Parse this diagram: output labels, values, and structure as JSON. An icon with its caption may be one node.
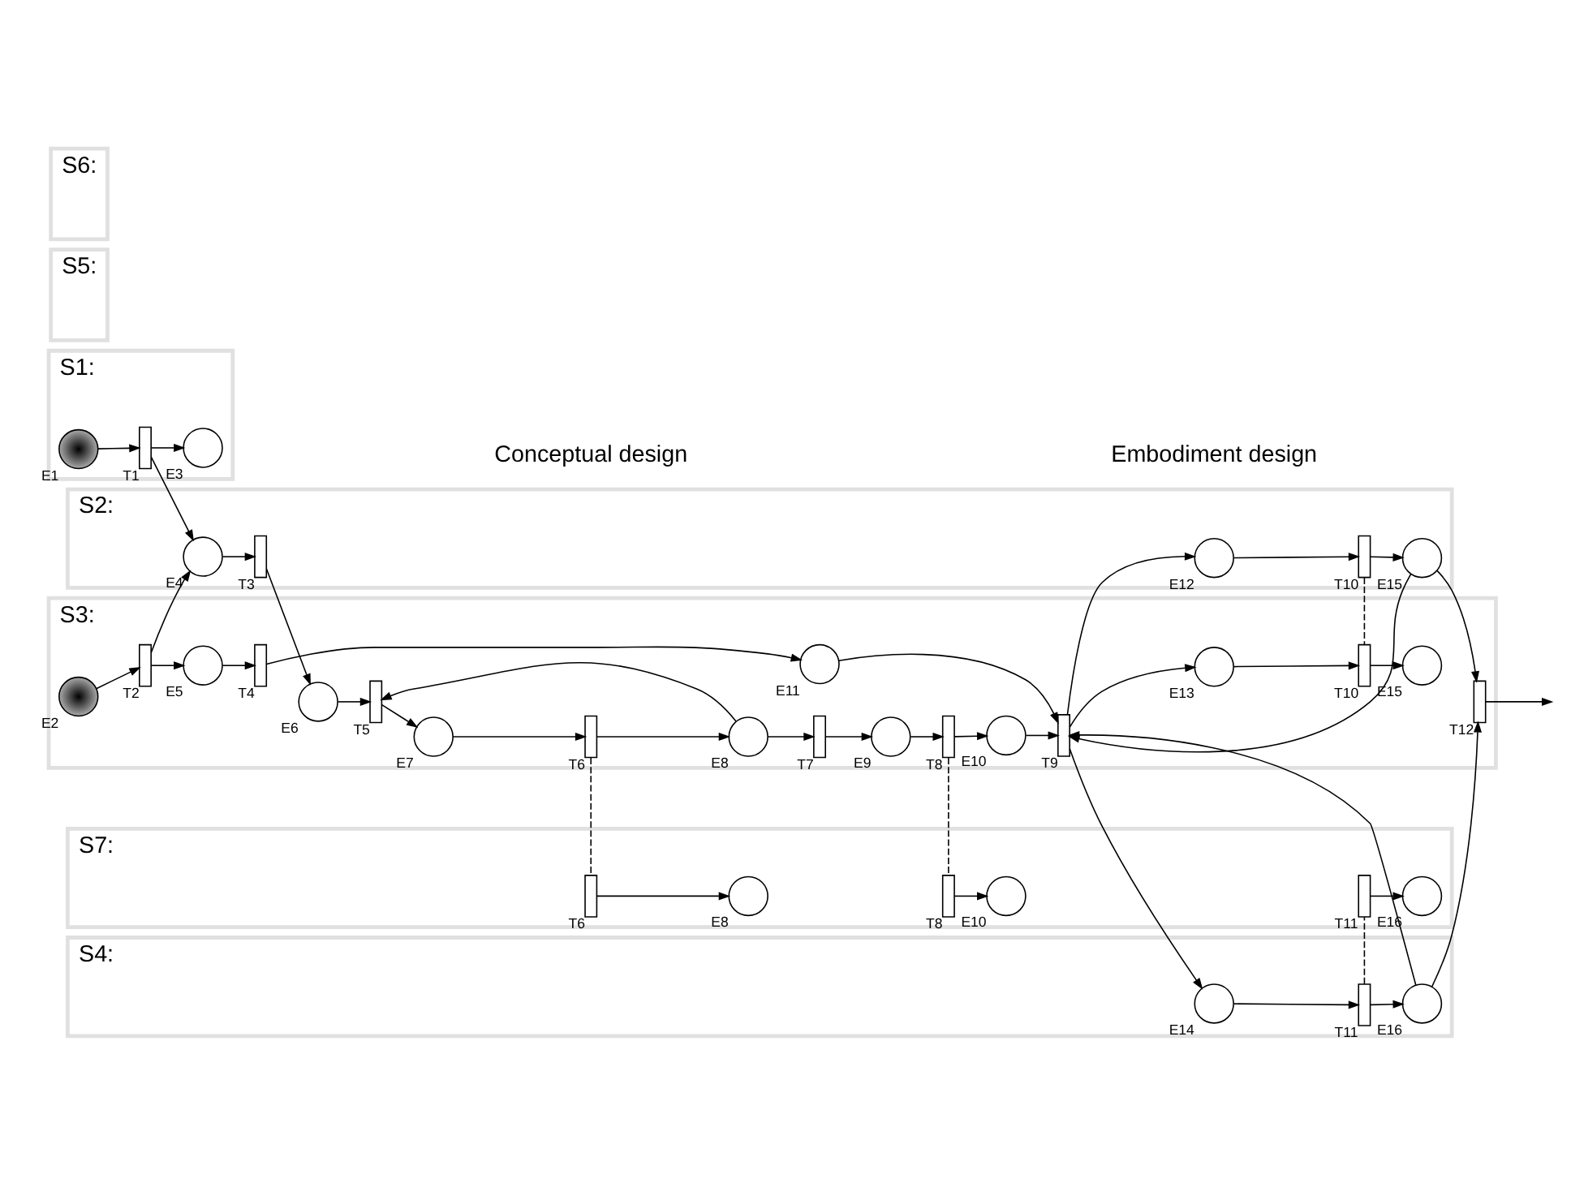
{
  "diagram": {
    "nodes": [
      {
        "text": [
          "S1:"
        ]
      },
      {
        "text": [
          "E1"
        ],
        "in": 0
      },
      {
        "text": [
          "T1"
        ],
        "in": 0
      },
      {
        "text": [
          "E3"
        ],
        "in": 0
      },
      {
        "text": [
          "S2:"
        ]
      },
      {
        "text": [
          "E4"
        ],
        "in": 4
      },
      {
        "text": [
          "T3"
        ],
        "in": 4
      },
      {
        "text": [
          "E12"
        ],
        "in": 4
      },
      {
        "text": [
          "T10"
        ],
        "in": 4
      },
      {
        "text": [
          "E15"
        ],
        "in": 4
      },
      {
        "text": [
          "S3:"
        ]
      },
      {
        "text": [
          "E2"
        ],
        "in": 10
      },
      {
        "text": [
          "T2"
        ],
        "in": 10
      },
      {
        "text": [
          "E5"
        ],
        "in": 10
      },
      {
        "text": [
          "T4"
        ],
        "in": 10
      },
      {
        "text": [
          "E6"
        ],
        "in": 10
      },
      {
        "text": [
          "T5"
        ],
        "in": 10
      },
      {
        "text": [
          "E7"
        ],
        "in": 10
      },
      {
        "text": [
          "T6"
        ],
        "in": 10
      },
      {
        "text": [
          "E8"
        ],
        "in": 10
      },
      {
        "text": [
          "T7"
        ],
        "in": 10
      },
      {
        "text": [
          "E9"
        ],
        "in": 10
      },
      {
        "text": [
          "T8"
        ],
        "in": 10
      },
      {
        "text": [
          "E10"
        ],
        "in": 10
      },
      {
        "text": [
          "E11"
        ],
        "in": 10
      },
      {
        "text": [
          "T9"
        ],
        "in": 10
      },
      {
        "text": [
          "E13"
        ],
        "in": 10
      },
      {
        "text": [
          "T10"
        ],
        "in": 10
      },
      {
        "text": [
          "E15"
        ],
        "in": 10
      },
      {
        "text": [
          "T12"
        ],
        "in": 10
      },
      {
        "text": [
          "S4:"
        ]
      },
      {
        "text": [
          "E14"
        ],
        "in": 30
      },
      {
        "text": [
          "T11"
        ],
        "in": 30
      },
      {
        "text": [
          "E16"
        ],
        "in": 30
      },
      {
        "text": [
          "S5:"
        ]
      },
      {
        "text": [
          "S6:"
        ]
      },
      {
        "text": [
          "S7:"
        ]
      },
      {
        "text": [
          "T6"
        ],
        "in": 36
      },
      {
        "text": [
          "E8"
        ],
        "in": 36
      },
      {
        "text": [
          "T8"
        ],
        "in": 36
      },
      {
        "text": [
          "E10"
        ],
        "in": 36
      },
      {
        "text": [
          "T11"
        ],
        "in": 36
      },
      {
        "text": [
          "E16"
        ],
        "in": 36
      }
    ],
    "edges": [
      {
        "from": 1,
        "to": 2,
        "arrow": "to"
      },
      {
        "from": 2,
        "to": 3,
        "arrow": "to"
      },
      {
        "from": 2,
        "to": 5,
        "arrow": "to"
      },
      {
        "from": 5,
        "to": 6,
        "arrow": "to"
      },
      {
        "from": 6,
        "to": 15,
        "arrow": "to"
      },
      {
        "from": 11,
        "to": 12,
        "arrow": "to"
      },
      {
        "from": 12,
        "to": 5,
        "arrow": "to"
      },
      {
        "from": 12,
        "to": 13,
        "arrow": "to"
      },
      {
        "from": 13,
        "to": 14,
        "arrow": "to"
      },
      {
        "from": 14,
        "to": 24,
        "arrow": "to"
      },
      {
        "from": 15,
        "to": 16,
        "arrow": "to"
      },
      {
        "from": 16,
        "to": 17,
        "arrow": "to"
      },
      {
        "from": 17,
        "to": 18,
        "arrow": "to"
      },
      {
        "from": 18,
        "to": 19,
        "arrow": "to"
      },
      {
        "from": 19,
        "to": 16,
        "arrow": "to"
      },
      {
        "from": 19,
        "to": 20,
        "arrow": "to"
      },
      {
        "from": 20,
        "to": 21,
        "arrow": "to"
      },
      {
        "from": 21,
        "to": 22,
        "arrow": "to"
      },
      {
        "from": 22,
        "to": 23,
        "arrow": "to"
      },
      {
        "from": 23,
        "to": 25,
        "arrow": "to"
      },
      {
        "from": 24,
        "to": 25,
        "arrow": "to"
      },
      {
        "from": 9,
        "to": 25,
        "arrow": "to"
      },
      {
        "from": 33,
        "to": 25,
        "arrow": "to"
      },
      {
        "from": 25,
        "to": 7,
        "arrow": "to"
      },
      {
        "from": 25,
        "to": 26,
        "arrow": "to"
      },
      {
        "from": 25,
        "to": 31,
        "arrow": "to"
      },
      {
        "from": 7,
        "to": 8,
        "arrow": "to"
      },
      {
        "from": 8,
        "to": 9,
        "arrow": "to"
      },
      {
        "from": 26,
        "to": 27,
        "arrow": "to"
      },
      {
        "from": 27,
        "to": 28,
        "arrow": "to"
      },
      {
        "from": 31,
        "to": 32,
        "arrow": "to"
      },
      {
        "from": 32,
        "to": 33,
        "arrow": "to"
      },
      {
        "from": 9,
        "to": 29,
        "arrow": "to"
      },
      {
        "from": 33,
        "to": 29,
        "arrow": "to"
      },
      {
        "from": 29,
        "to": null,
        "arrow": "to"
      },
      {
        "from": 8,
        "to": 27,
        "arrow": "none",
        "style": "dashed"
      },
      {
        "from": 18,
        "to": 37,
        "arrow": "none",
        "style": "dashed"
      },
      {
        "from": 22,
        "to": 39,
        "arrow": "none",
        "style": "dashed"
      },
      {
        "from": 32,
        "to": 41,
        "arrow": "none",
        "style": "dashed"
      },
      {
        "from": 37,
        "to": 38,
        "arrow": "to"
      },
      {
        "from": 39,
        "to": 40,
        "arrow": "to"
      },
      {
        "from": 41,
        "to": 42,
        "arrow": "to"
      }
    ],
    "labels": [
      "Conceptual design",
      "Embodiment design"
    ]
  }
}
